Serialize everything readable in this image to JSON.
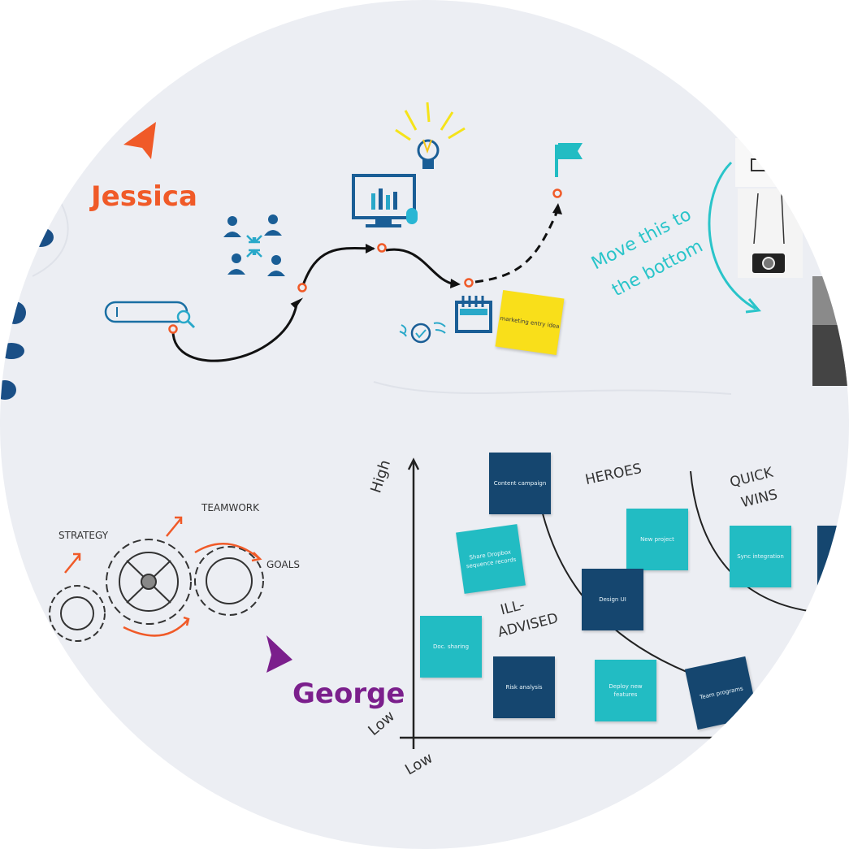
{
  "cursors": {
    "jessica": {
      "name": "Jessica",
      "color": "#f05a28"
    },
    "george": {
      "name": "George",
      "color": "#7b1f8c"
    }
  },
  "flow_labels": {
    "yellow_note": "marketing entry idea"
  },
  "annotation": {
    "line1": "Move this to",
    "line2": "the bottom"
  },
  "gears_sketch": {
    "strategy": "STRATEGY",
    "teamwork": "TEAMWORK",
    "goals": "GOALS"
  },
  "matrix": {
    "y_high": "High",
    "y_low": "Low",
    "x_low": "Low",
    "zones": {
      "heroes": "HEROES",
      "quick_wins_1": "QUICK",
      "quick_wins_2": "WINS",
      "ill_advised_1": "ILL-",
      "ill_advised_2": "ADVISED"
    },
    "notes": [
      {
        "label": "Content campaign",
        "color": "dark"
      },
      {
        "label": "New project",
        "color": "teal"
      },
      {
        "label": "Share Dropbox sequence records",
        "color": "teal"
      },
      {
        "label": "Design UI",
        "color": "dark"
      },
      {
        "label": "Sync integration",
        "color": "teal"
      },
      {
        "label": "Doc. sharing",
        "color": "teal"
      },
      {
        "label": "Risk analysis",
        "color": "dark"
      },
      {
        "label": "Deploy new features",
        "color": "teal"
      },
      {
        "label": "Team programs",
        "color": "dark"
      }
    ]
  },
  "colors": {
    "board_bg": "#eceef3",
    "dark_note": "#15466f",
    "teal_note": "#22bcc3",
    "yellow_note": "#f9df1a",
    "annotation": "#29c4c9",
    "flow_node": "#f05a28",
    "icon_blue": "#1a6fa3"
  },
  "icons": [
    "cursor-arrow-icon",
    "search-bar-icon",
    "team-icon",
    "monitor-chart-icon",
    "lightbulb-icon",
    "flag-icon",
    "calendar-icon",
    "alarm-clock-icon",
    "camera-photo-icon",
    "gears-icon"
  ]
}
